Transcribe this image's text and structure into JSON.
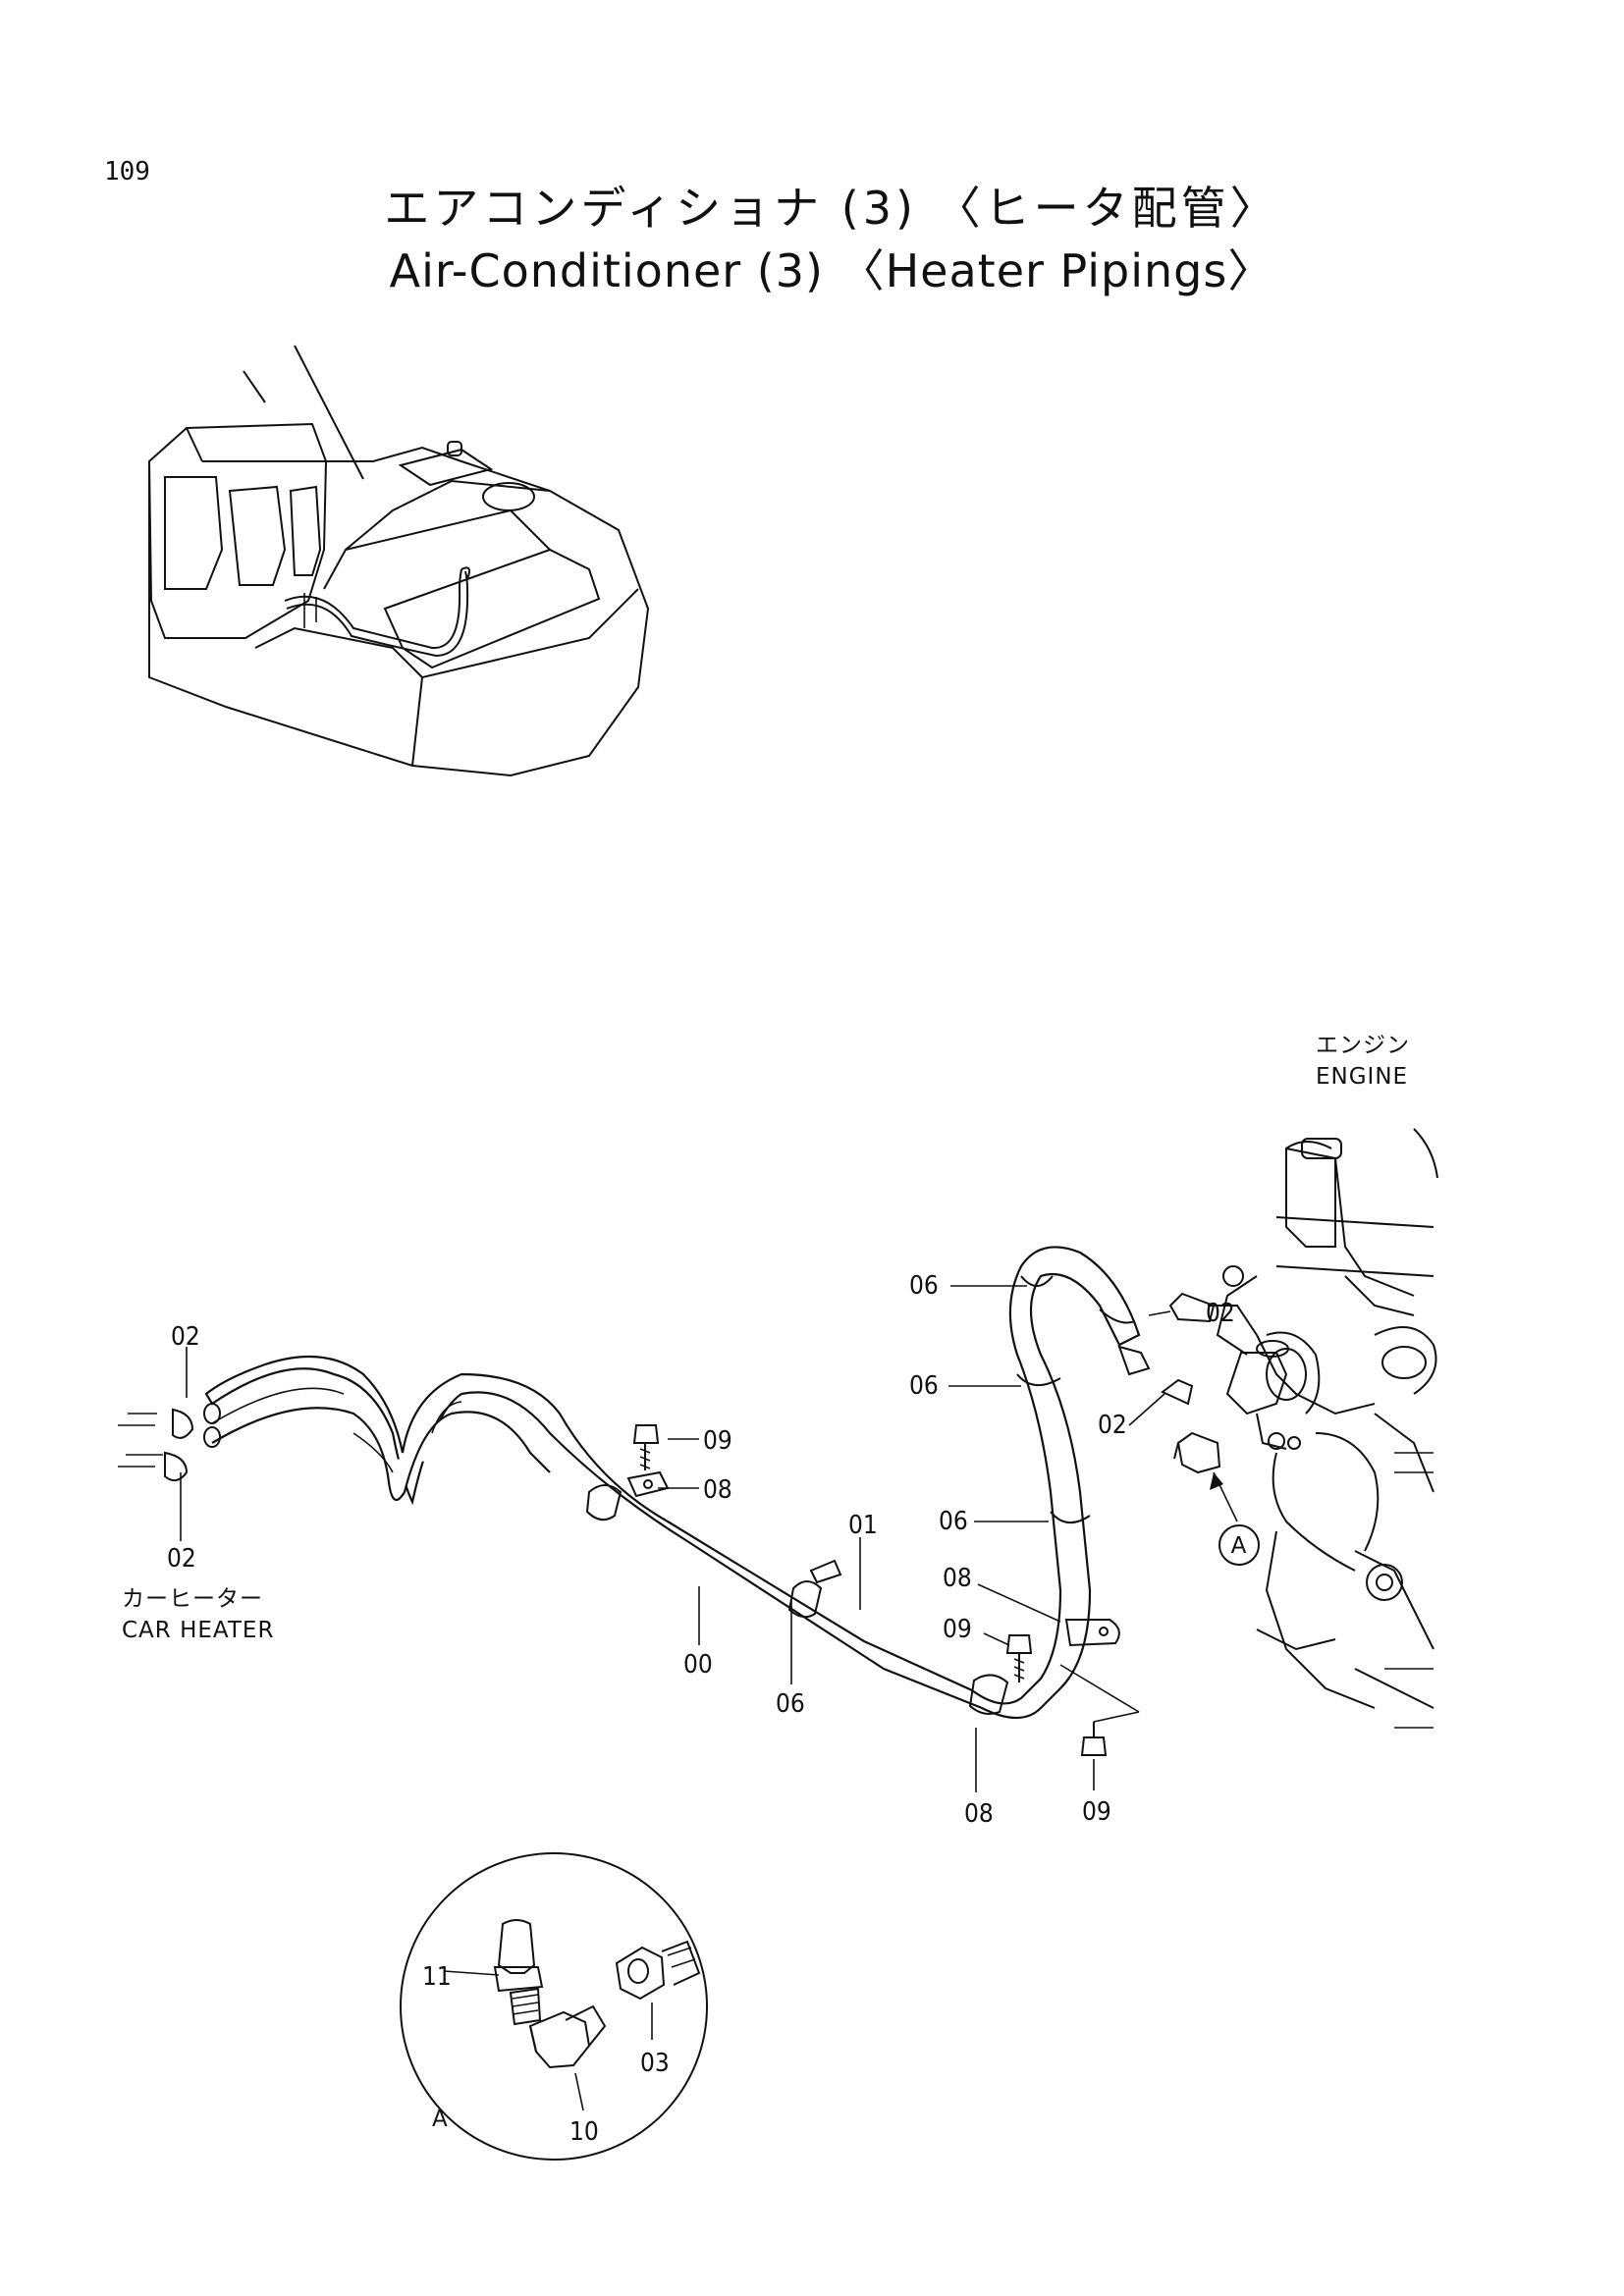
{
  "page_number": "109",
  "title_jp": "エアコンディショナ (3) 〈ヒータ配管〉",
  "title_en": "Air-Conditioner (3) 〈Heater Pipings〉",
  "notes": {
    "engine_jp": "エンジン",
    "engine_en": "ENGINE",
    "car_heater_jp": "カーヒーター",
    "car_heater_en": "CAR HEATER",
    "detail_ref": "A"
  },
  "part_labels": {
    "p00": "00",
    "p01": "01",
    "p02a": "02",
    "p02b": "02",
    "p02c": "02",
    "p02d": "02",
    "p03": "03",
    "p06a": "06",
    "p06b": "06",
    "p06c": "06",
    "p06d": "06",
    "p08a": "08",
    "p08b": "08",
    "p08c": "08",
    "p09a": "09",
    "p09b": "09",
    "p09c": "09",
    "p10": "10",
    "p11": "11"
  }
}
